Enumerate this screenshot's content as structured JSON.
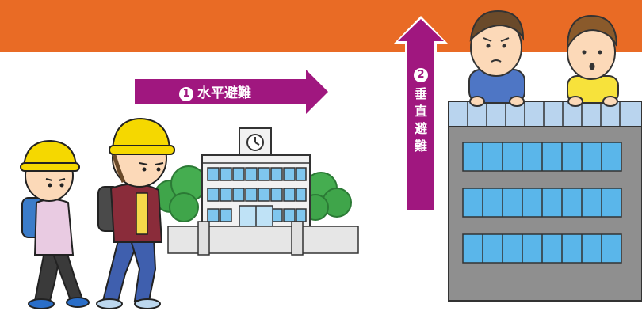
{
  "colors": {
    "top_band": "#e96b25",
    "arrow": "#a0177f",
    "arrow_border": "#ffffff",
    "building_body": "#8f8f8f",
    "building_roof": "#b9d4ee",
    "window": "#5ab6ea",
    "helmet": "#f5d800",
    "trees": "#3fa54a"
  },
  "arrows": {
    "horizontal": {
      "number": "1",
      "label": "水平避難"
    },
    "vertical": {
      "number": "2",
      "chars": [
        "垂",
        "直",
        "避",
        "難"
      ]
    }
  },
  "icons": [
    "clock-icon"
  ]
}
